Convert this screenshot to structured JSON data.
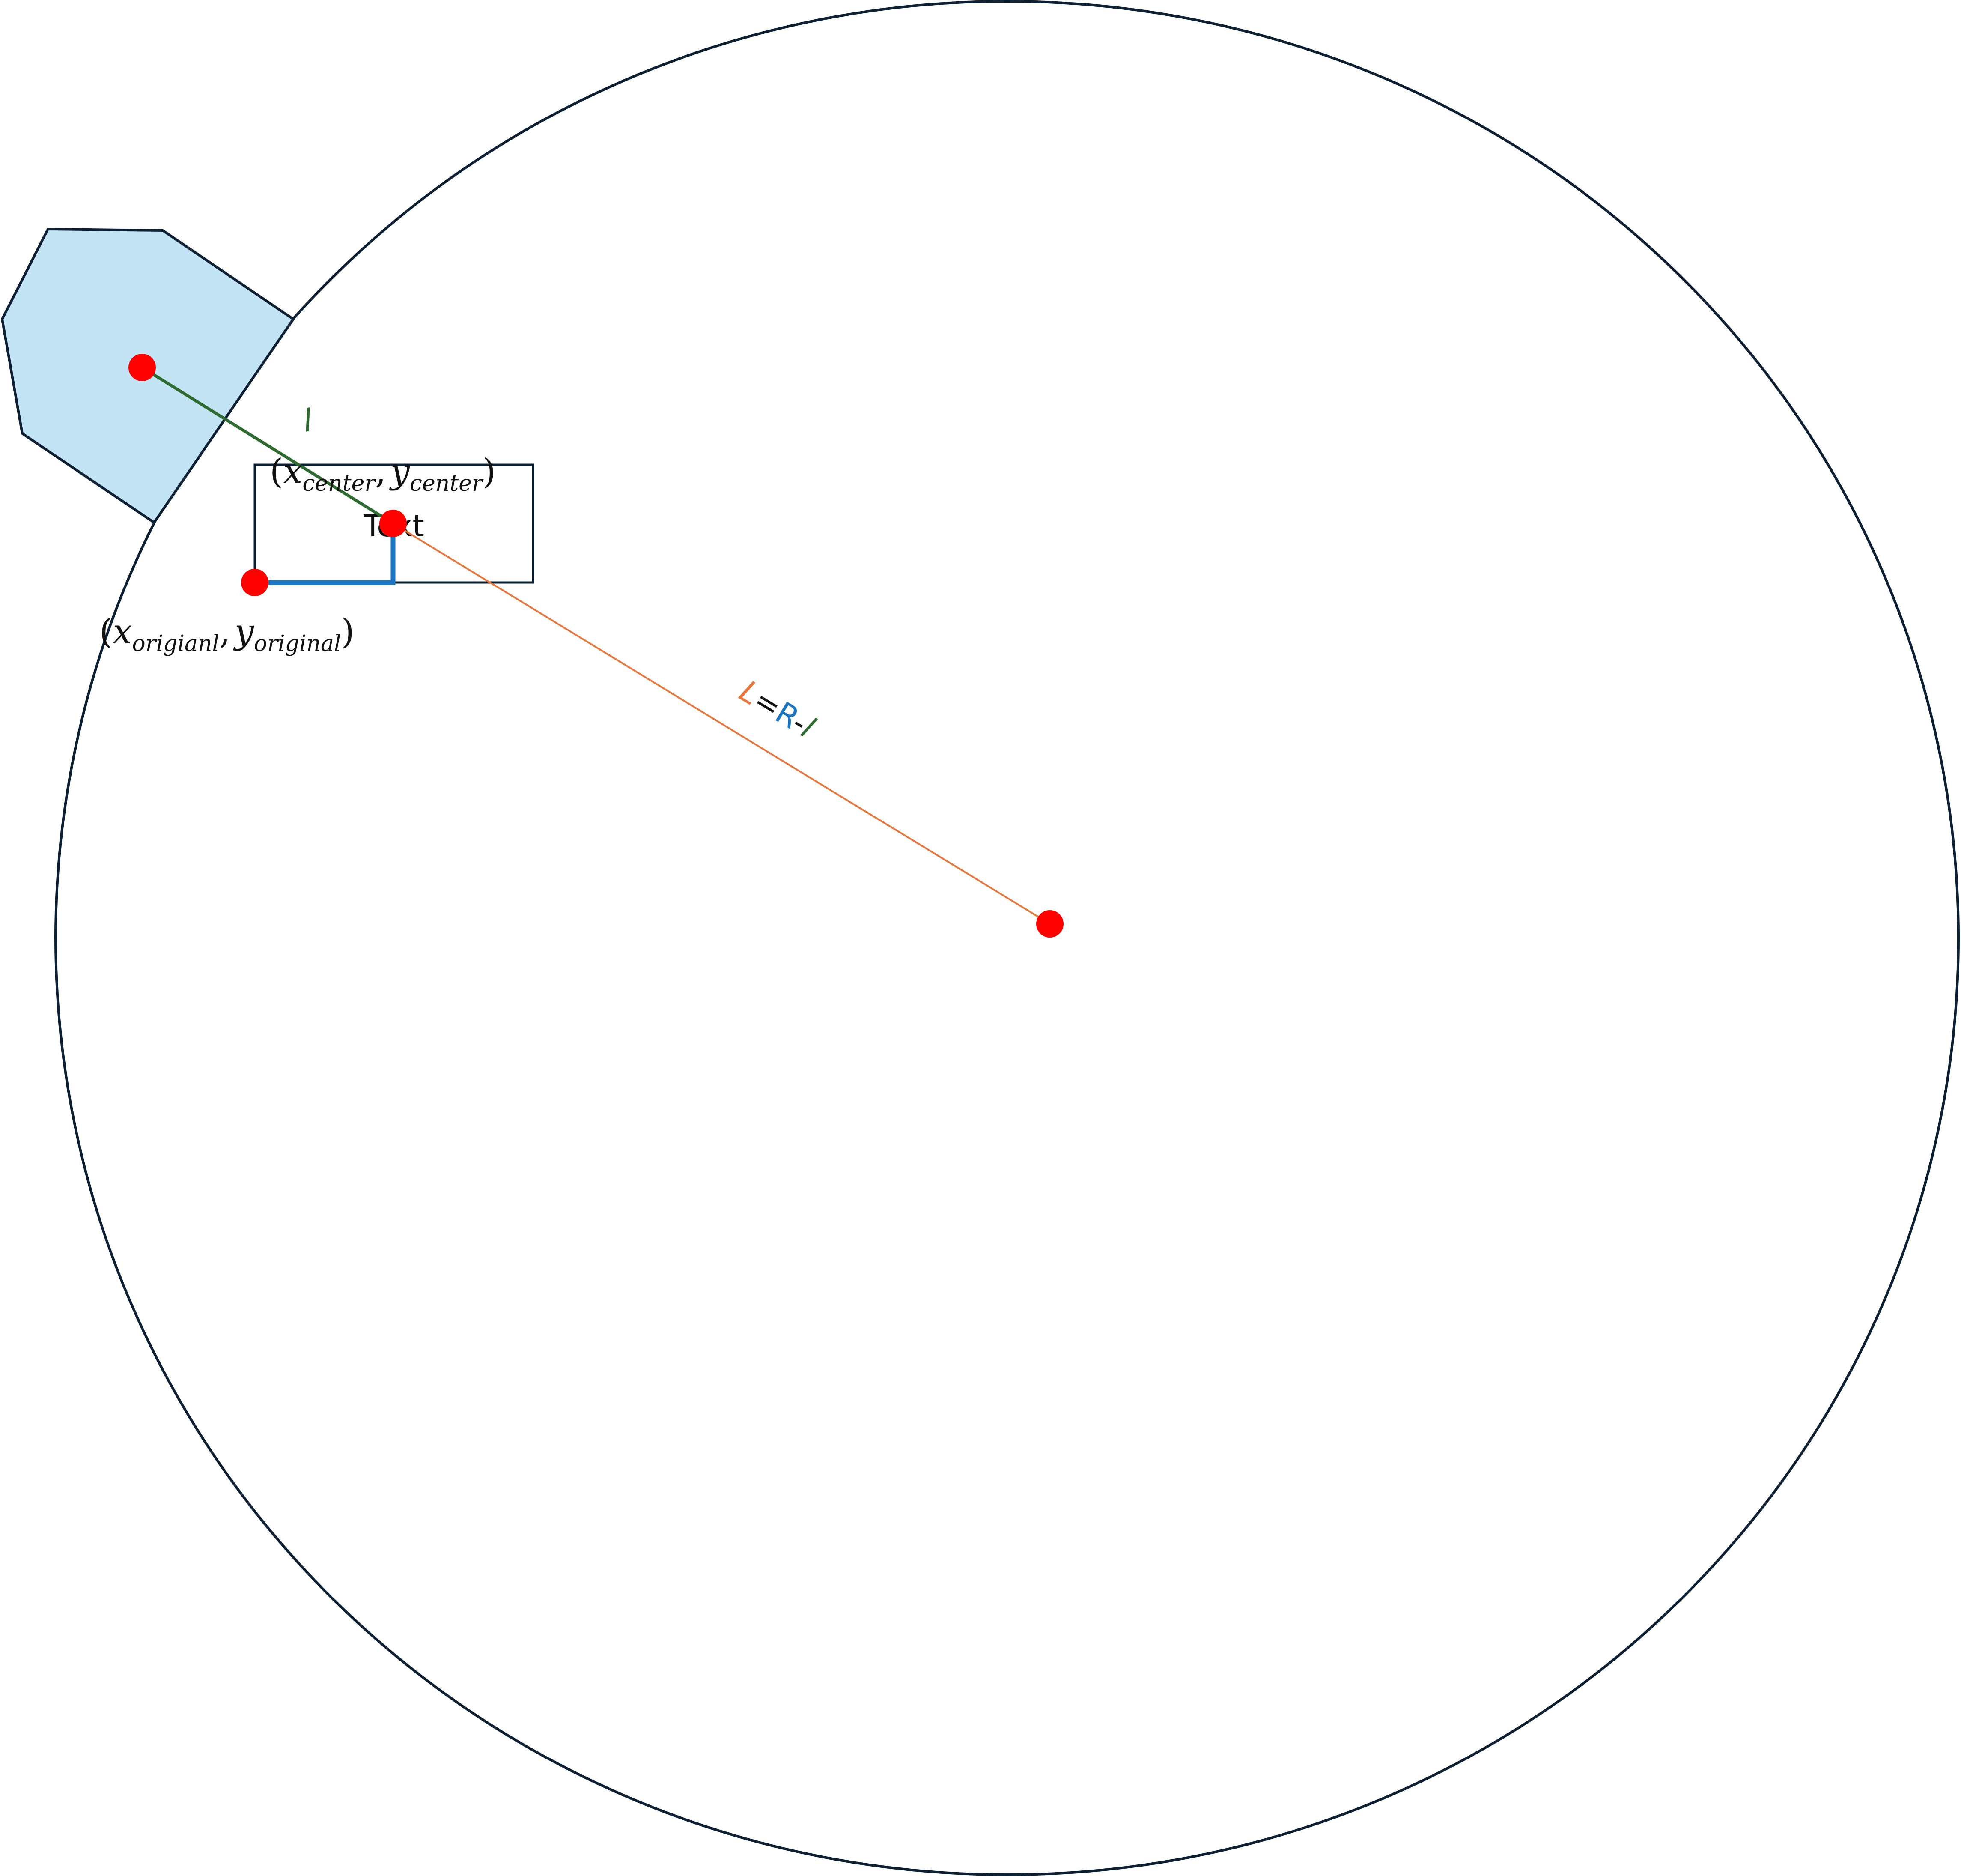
{
  "labels": {
    "box_text": "Text",
    "l_segment": "l",
    "equation": {
      "lhs": "L",
      "eq": "=",
      "r": "R",
      "minus": "-",
      "l": "l"
    },
    "center_coord": {
      "open": "(",
      "x": "x",
      "x_sub": "center",
      "comma": ",",
      "y": "y",
      "y_sub": "center",
      "close": ")"
    },
    "original_coord": {
      "open": "(",
      "x": "x",
      "x_sub": "origianl",
      "comma": ",",
      "y": "y",
      "y_sub": "original",
      "close": ")"
    }
  },
  "colors": {
    "outline": "#0c1f33",
    "polygon_fill": "#c3e4f4",
    "point": "#ff0000",
    "l_line": "#2e6b2e",
    "L_line": "#e8763a",
    "offset_line": "#1a74c0",
    "equation_L": "#e8763a",
    "equation_R": "#1a74c0",
    "equation_l": "#2e6b2e"
  }
}
